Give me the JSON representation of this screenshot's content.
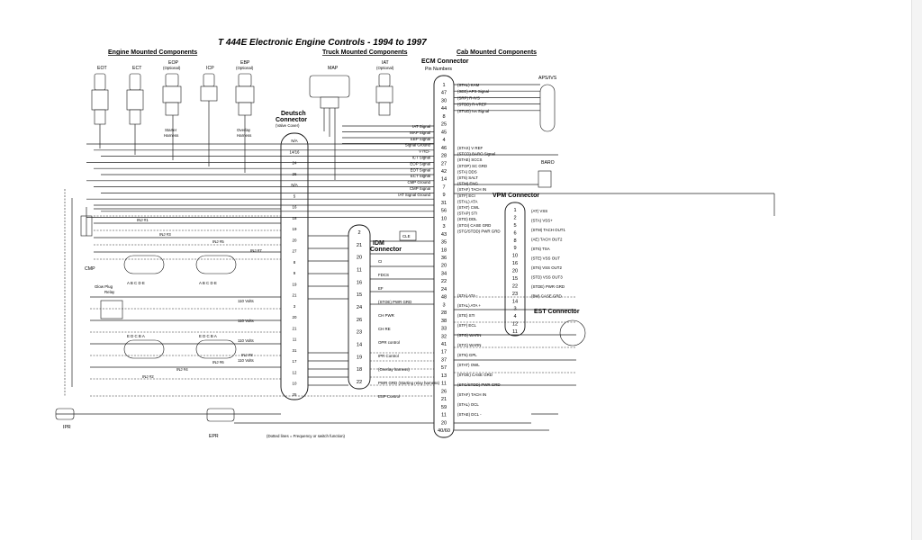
{
  "diagram": {
    "title": "T 444E  Electronic Engine Controls  -  1994  to 1997",
    "sections": {
      "engine": "Engine Mounted Components",
      "truck": "Truck Mounted Components",
      "cab": "Cab Mounted Components"
    },
    "ecm_connector": {
      "title": "ECM Connector",
      "subtitle": "Pin Numbers"
    },
    "deutsch_connector": {
      "title": "Deutsch",
      "title2": "Connector",
      "subtitle": "(Valve Cover)"
    },
    "idm_connector": {
      "title": "IDM",
      "title2": "Connector"
    },
    "vpm_connector": {
      "title": "VPM Connector"
    },
    "est_connector": {
      "title": "EST Connector"
    },
    "sensors": {
      "eot": "EOT",
      "ect": "ECT",
      "eop": "EOP",
      "eop_sub": "(Optional)",
      "icp": "ICP",
      "ebp": "EBP",
      "ebp_sub": "(Optional)",
      "map": "MAP",
      "iat": "IAT",
      "iat_sub": "(Optional)",
      "aps": "APS/IVS",
      "baro": "BARO",
      "cmp": "CMP",
      "ipr": "IPR",
      "epr": "EPR",
      "cle": "CLE"
    },
    "harness": {
      "starter": "Starter",
      "harness": "Harness",
      "overlay": "Overlay",
      "overlay_harness": "Harness"
    },
    "glow_plug": {
      "line1": "Glow Plug",
      "line2": "Relay"
    },
    "pin_letters_a": "A B C D E",
    "pin_letters_b": "E D C B A",
    "ecm_pins": [
      "1",
      "47",
      "30",
      "44",
      "8",
      "25",
      "45",
      "4",
      "46",
      "28",
      "27",
      "42",
      "14",
      "7",
      "9",
      "31",
      "56",
      "10",
      "3",
      "43",
      "35",
      "18",
      "36",
      "20",
      "34",
      "22",
      "24",
      "48",
      "3",
      "28",
      "38",
      "33",
      "32",
      "41",
      "17",
      "37",
      "57",
      "13",
      "11",
      "26",
      "21",
      "59",
      "11",
      "20",
      "40/60"
    ],
    "vpm_pins": [
      "1",
      "2",
      "5",
      "6",
      "8",
      "9",
      "10",
      "16",
      "20",
      "15",
      "22",
      "23",
      "14",
      "3",
      "4",
      "12",
      "11"
    ],
    "deutsch_pins": [
      "N/A",
      "14/16",
      "24",
      "26",
      "N/A",
      "5",
      "16",
      "18",
      "19",
      "20",
      "27",
      "8",
      "9",
      "19",
      "21",
      "3",
      "20",
      "21",
      "11",
      "31",
      "17",
      "12",
      "10",
      "25"
    ],
    "idm_pins": [
      "2",
      "21",
      "20",
      "11",
      "16",
      "15",
      "24",
      "26",
      "23",
      "14",
      "19",
      "18",
      "22"
    ],
    "ecm_signals": [
      "(STAL) KAM",
      "(SEE) APS Signal",
      "(SRP) R-IVS",
      "(STDD) R-VREF",
      "(STUD) Ivs Signal",
      "IAT Signal",
      "MAP Signal",
      "EBP Signal",
      "Signal Ground",
      "V REF",
      "ICT Signal",
      "EOP Signal",
      "EOT Signal",
      "ECT Signal",
      "CMP Ground",
      "CMP Signal",
      "IAT Signal Ground",
      "(STAX) V REF",
      "(STCD) BARO Signal",
      "(STAE) SCCS",
      "(STOP) SC GRD",
      "(STA) DDS",
      "(ST6) SALT",
      "(STM) ENG",
      "(STAF) TACH IN",
      "(STF) ECI",
      "(STAL) ATA",
      "(STAT) CWL",
      "(STAP) STI",
      "(STD) DDL",
      "(STGI) CASE GRD",
      "(STG/STDD) PWR GRD"
    ],
    "vpm_signals": [
      "(AT) VSS",
      "(STA) VSS+",
      "(STM) TACH OUT1",
      "(AE) TACH OUT2",
      "(ST6) TSA",
      "(STE) VSS OUT",
      "(ST6) VSS OUT2",
      "(STD) VSS OUT3",
      "(STDE) PWR GRD",
      "(BM) CASE GRD"
    ],
    "idm_signals": [
      "CI",
      "FDCS",
      "EF",
      "(STOE) PWR GRD",
      "CH PWR",
      "CH RE",
      "OPR control",
      "IPR Control",
      "(Overlay harness)",
      "PWR GRD (Starting relay harness)",
      "ESP Control"
    ],
    "deutsch_signals": [
      "110 Volts",
      "110 Volts",
      "110 Volts",
      "110 Volts"
    ],
    "ecm_misc": [
      "(STA) ATA -",
      "(STAL) ATA +",
      "(STE) STI",
      "(STF) ECL",
      "(STG) WARN",
      "(STG) WARN",
      "(STN) GPL",
      "(STAT) OWL",
      "(STOE) CASE GRD",
      "(STG/STDD) PWR GRD",
      "(STAF) TACH IN",
      "(STAL) OCL",
      "(STAE) DCL -"
    ],
    "injector_labels": [
      "INJ #1",
      "INJ #3",
      "INJ #5",
      "INJ #7",
      "INJ #2",
      "INJ #4",
      "INJ #6",
      "INJ #8"
    ],
    "footnote": "(Dotted lines = Frequency or switch function)"
  }
}
